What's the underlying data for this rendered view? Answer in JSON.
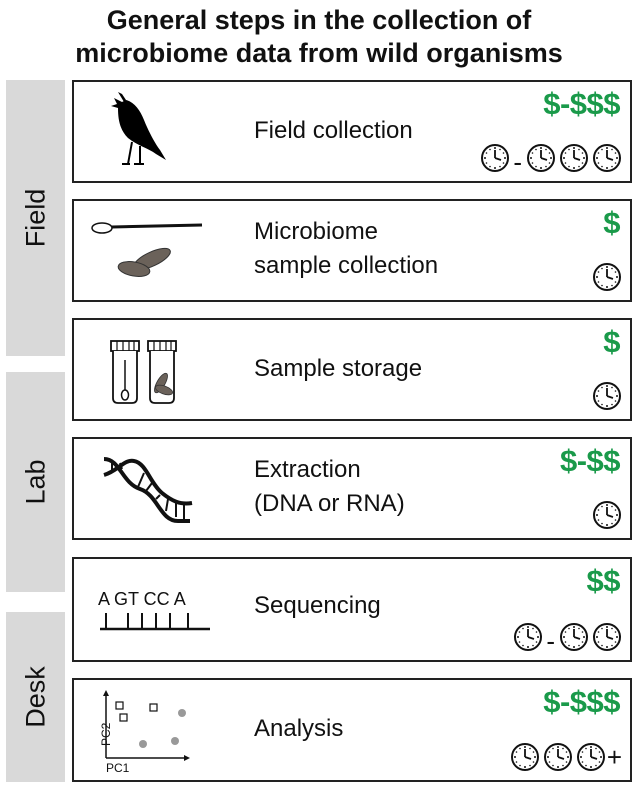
{
  "title_line1": "General steps in the collection of",
  "title_line2": "microbiome data from wild organisms",
  "phases": [
    {
      "label": "Field"
    },
    {
      "label": "Lab"
    },
    {
      "label": "Desk"
    }
  ],
  "steps": [
    {
      "label_line1": "Field collection",
      "label_line2": "",
      "cost": "$-$$$",
      "icon": "bird-icon",
      "time": {
        "from_clocks": 1,
        "to_clocks": 3,
        "open_ended": false
      }
    },
    {
      "label_line1": "Microbiome",
      "label_line2": "sample collection",
      "cost": "$",
      "icon": "swab-and-feces-icon",
      "time": {
        "from_clocks": 1,
        "to_clocks": 1,
        "open_ended": false
      }
    },
    {
      "label_line1": "Sample storage",
      "label_line2": "",
      "cost": "$",
      "icon": "sample-tubes-icon",
      "time": {
        "from_clocks": 1,
        "to_clocks": 1,
        "open_ended": false
      }
    },
    {
      "label_line1": "Extraction",
      "label_line2": "(DNA or RNA)",
      "cost": "$-$$",
      "icon": "dna-helix-icon",
      "time": {
        "from_clocks": 1,
        "to_clocks": 1,
        "open_ended": false
      }
    },
    {
      "label_line1": "Sequencing",
      "label_line2": "",
      "cost": "$$",
      "icon": "sequence-reads-icon",
      "time": {
        "from_clocks": 1,
        "to_clocks": 2,
        "open_ended": false
      }
    },
    {
      "label_line1": "Analysis",
      "label_line2": "",
      "cost": "$-$$$",
      "icon": "pca-plot-icon",
      "time": {
        "from_clocks": 3,
        "to_clocks": 3,
        "open_ended": true
      }
    }
  ],
  "sequence_text": "A GT CC A",
  "pca_axes": {
    "x": "PC1",
    "y": "PC2"
  },
  "time_separator": "-",
  "open_ended_marker": "+",
  "colors": {
    "cost": "#1a9a4a",
    "phase_bar": "#d9d9d9",
    "border": "#222222",
    "feces": "#6b625a"
  }
}
